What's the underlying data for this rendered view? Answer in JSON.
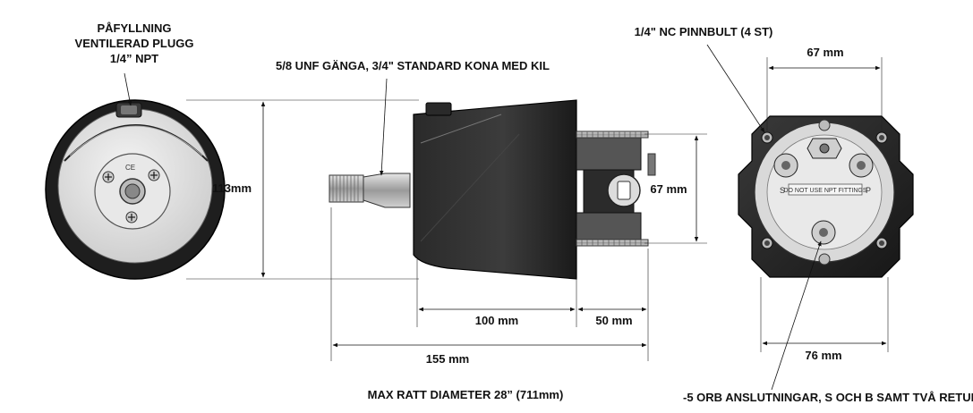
{
  "labels": {
    "fill_plug": [
      "PÅFYLLNING",
      "VENTILERAD PLUGG",
      "1/4” NPT"
    ],
    "thread": "5/8 UNF GÄNGA, 3/4\" STANDARD KONA MED KIL",
    "stud_bolt": "1/4\" NC PINNBULT (4 ST)",
    "max_wheel": "MAX RATT DIAMETER 28” (711mm)",
    "ports": "-5 ORB ANSLUTNINGAR, S OCH B SAMT TVÅ RETUR",
    "port_s": "S",
    "port_p": "P",
    "fitting_warning": "DO NOT USE NPT FITTINGS",
    "ce_mark": "CE"
  },
  "dimensions": {
    "height": "113mm",
    "body_length": "100 mm",
    "rear_length": "50 mm",
    "total_length": "155 mm",
    "bolt_spacing_vertical": "67 mm",
    "bolt_spacing_horizontal": "67 mm",
    "flange_width": "76 mm"
  }
}
